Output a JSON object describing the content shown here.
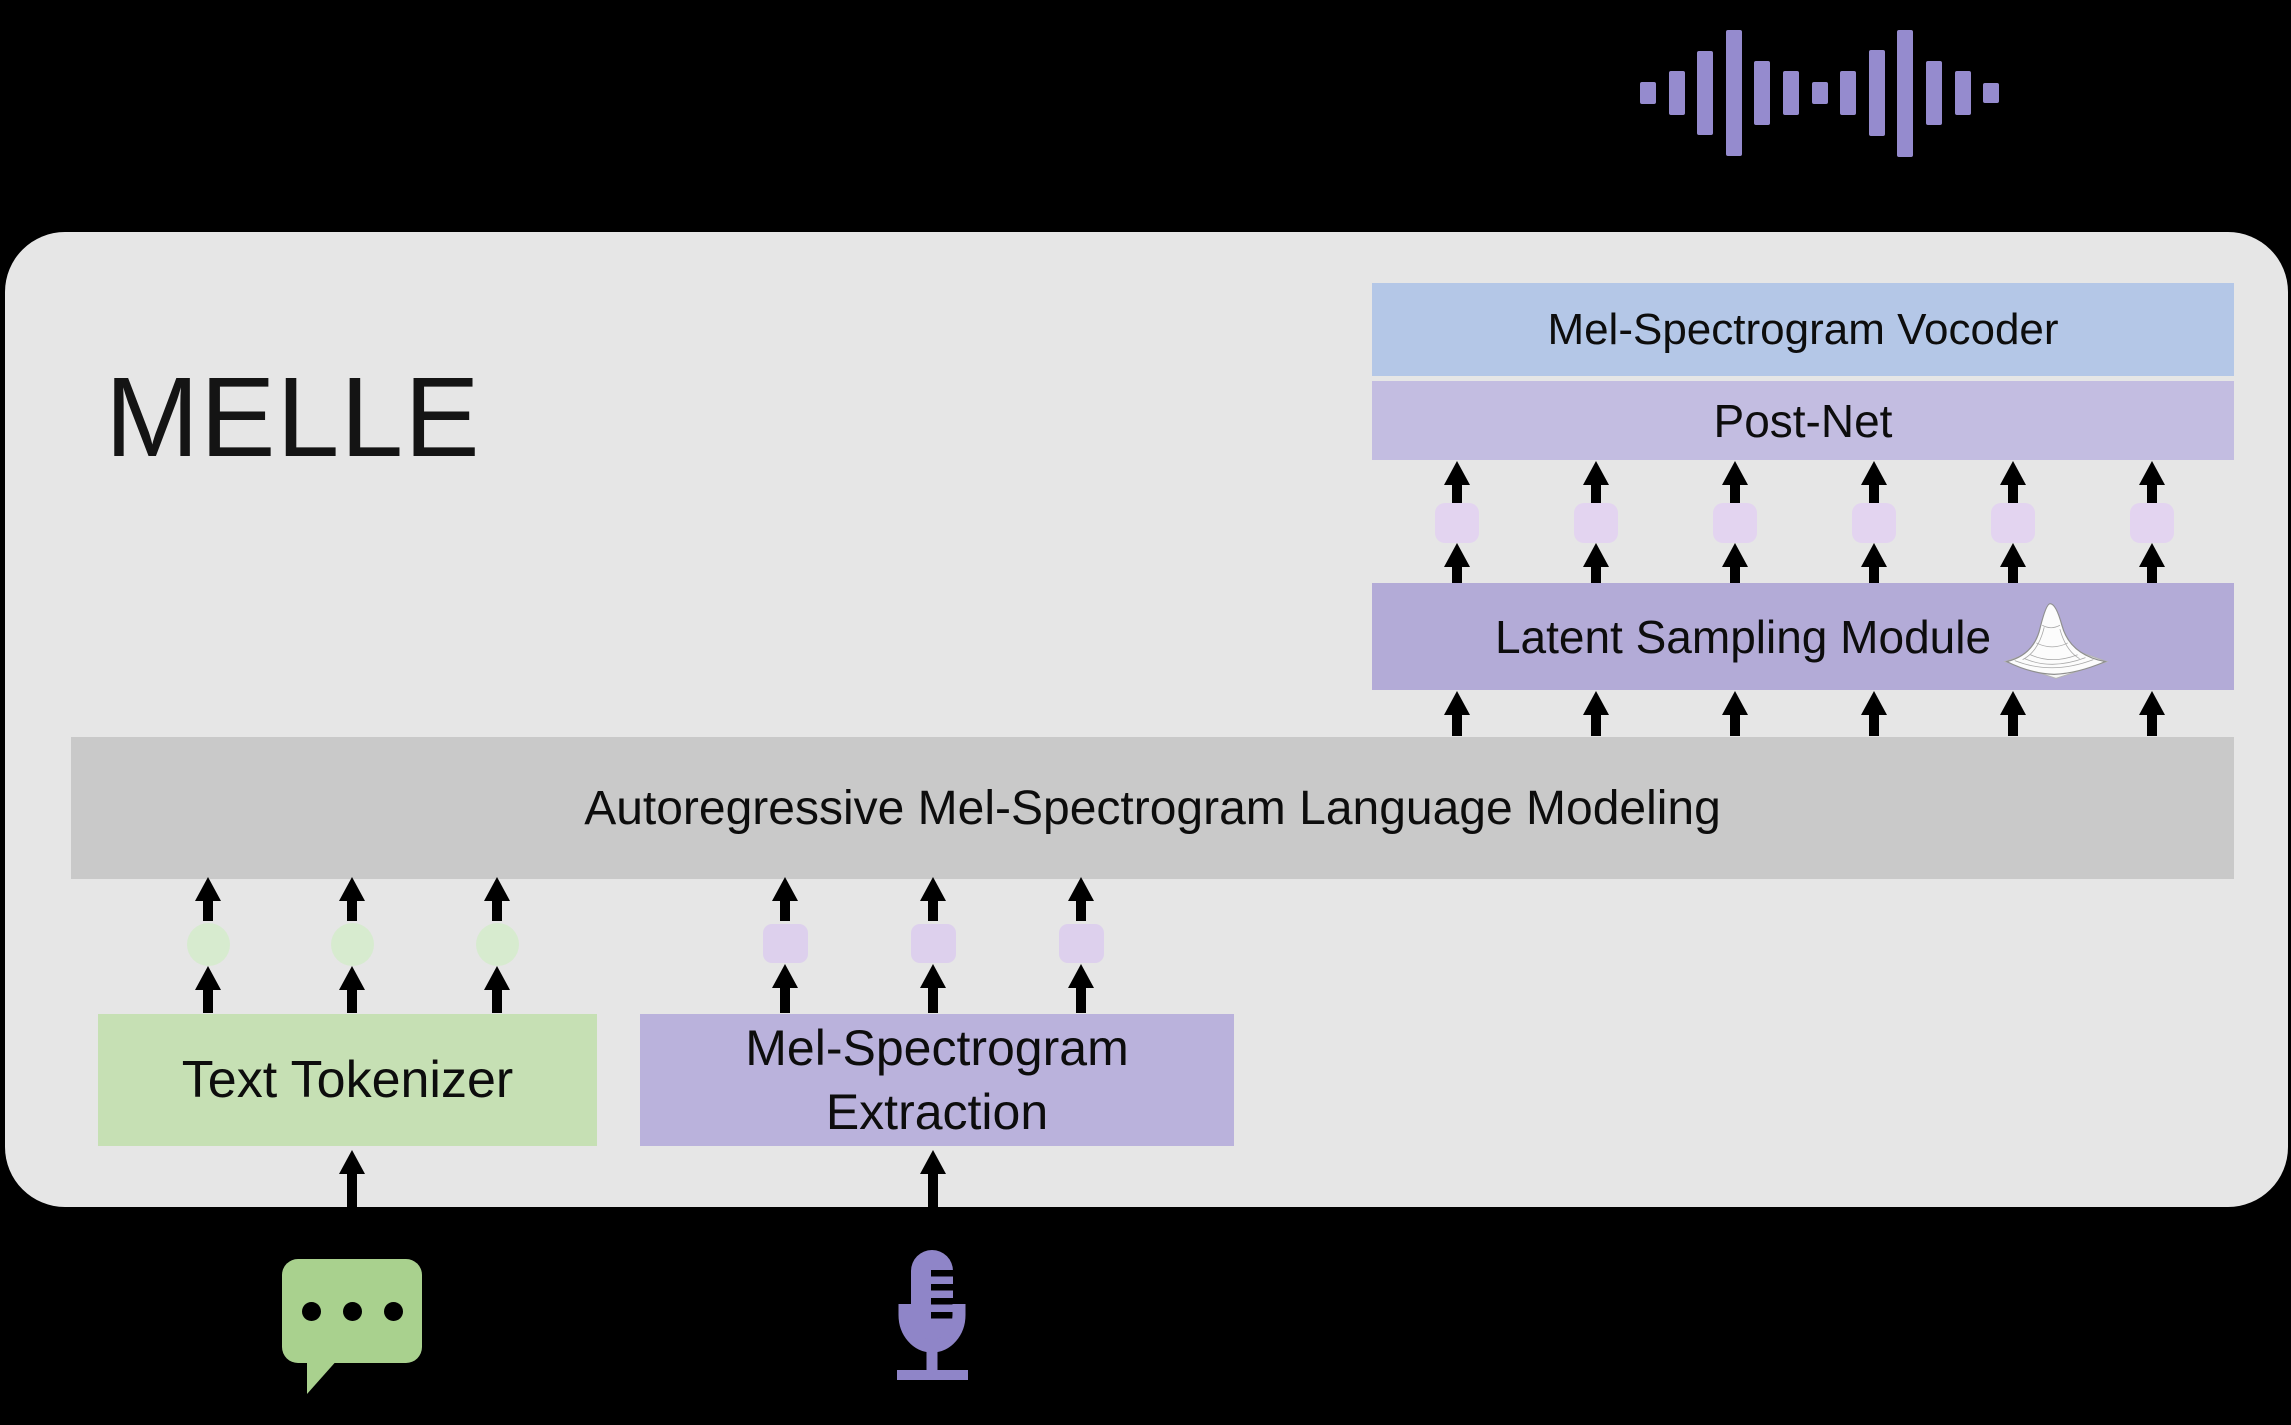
{
  "diagram": {
    "title": "MELLE",
    "background_color": "#000000",
    "panel_color": "#e6e6e6",
    "text_color": "#0d0d0d",
    "arrow_color": "#000000"
  },
  "modules": {
    "vocoder": {
      "label": "Mel-Spectrogram Vocoder",
      "color": "#b4c7e7"
    },
    "postnet": {
      "label": "Post-Net",
      "color": "#c3bde1"
    },
    "latent_sampling": {
      "label": "Latent Sampling Module",
      "color": "#b3abd7"
    },
    "ar_lm": {
      "label": "Autoregressive Mel-Spectrogram Language Modeling",
      "color": "#c9c9c9"
    },
    "text_tokenizer": {
      "label": "Text Tokenizer",
      "color": "#c6e0b4"
    },
    "mel_extraction": {
      "label_line1": "Mel-Spectrogram",
      "label_line2": "Extraction",
      "color": "#bab2dc"
    }
  },
  "tokens": {
    "latent_count": 6,
    "text_count": 3,
    "mel_count": 3,
    "latent_token_color": "#e3d4f0",
    "mel_token_color": "#ddd0ed",
    "text_token_color": "#d7ebcf"
  },
  "icons": {
    "waveform": {
      "name": "audio-waveform-icon",
      "color": "#958bce",
      "bars": [
        22,
        44,
        84,
        126,
        64,
        44,
        22,
        44,
        86,
        127,
        64,
        44,
        20
      ]
    },
    "speech_bubble": {
      "name": "speech-bubble-icon",
      "color": "#a9d18e",
      "dot_count": 3
    },
    "microphone": {
      "name": "microphone-icon",
      "color": "#8f85c8"
    },
    "gaussian": {
      "name": "gaussian-surface-icon"
    }
  }
}
